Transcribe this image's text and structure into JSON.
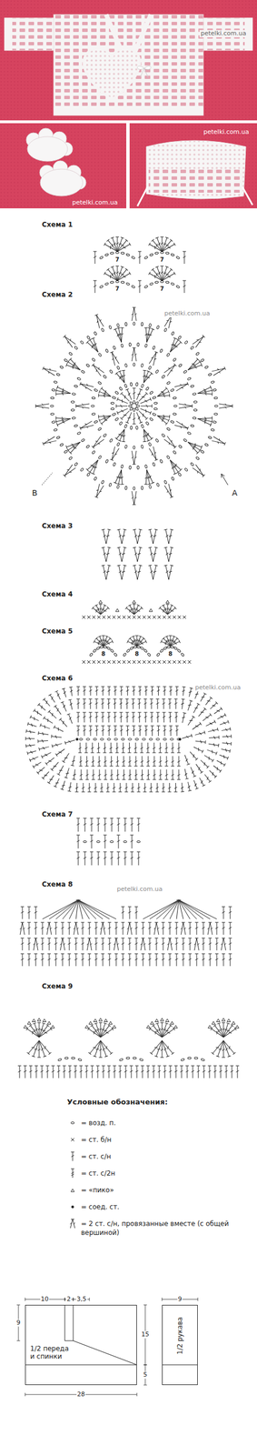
{
  "diagram": {
    "nodes": [
      {
        "text": [
          "1/2 переда и спинки"
        ]
      },
      {
        "text": [
          "1/2 рукава"
        ]
      }
    ],
    "labels": [
      "petelki.com.ua",
      "petelki.com.ua",
      "petelki.com.ua",
      "Схема 1",
      "7",
      "7",
      "7",
      "7",
      "Схема 2",
      "petelki.com.ua",
      "B",
      "A",
      "Схема 3",
      "Схема 4",
      "Схема 5",
      "8",
      "8",
      "8",
      "Схема 6",
      "petelki.com.ua",
      "Схема 7",
      "Схема 8",
      "petelki.com.ua",
      "Схема 9",
      "Условные обозначения:",
      "10",
      "2",
      "3,5",
      "9",
      "15",
      "5",
      "28",
      "9"
    ],
    "legend": [
      {
        "text": "= возд. п."
      },
      {
        "text": "= ст. б/н"
      },
      {
        "text": "= ст. с/н"
      },
      {
        "text": "= ст. с/2н"
      },
      {
        "text": "= «пико»"
      },
      {
        "text": "= соед. ст."
      },
      {
        "text": "= 2 ст. с/н, провязанные вместе (с общей вершиной)"
      }
    ]
  }
}
